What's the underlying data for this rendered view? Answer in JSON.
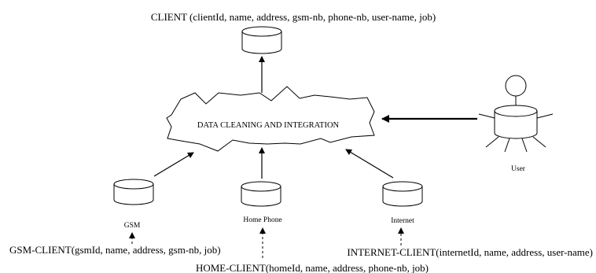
{
  "labels": {
    "client_schema": "CLIENT (clientId, name, address, gsm-nb, phone-nb, user-name, job)",
    "center_process": "DATA CLEANING AND INTEGRATION",
    "user": "User",
    "gsm_source": "GSM",
    "home_source": "Home Phone",
    "internet_source": "Internet",
    "gsm_schema": "GSM-CLIENT(gsmId, name, address, gsm-nb, job)",
    "home_schema": "HOME-CLIENT(homeId, name, address, phone-nb, job)",
    "internet_schema": "INTERNET-CLIENT(internetId, name, address, user-name)"
  }
}
